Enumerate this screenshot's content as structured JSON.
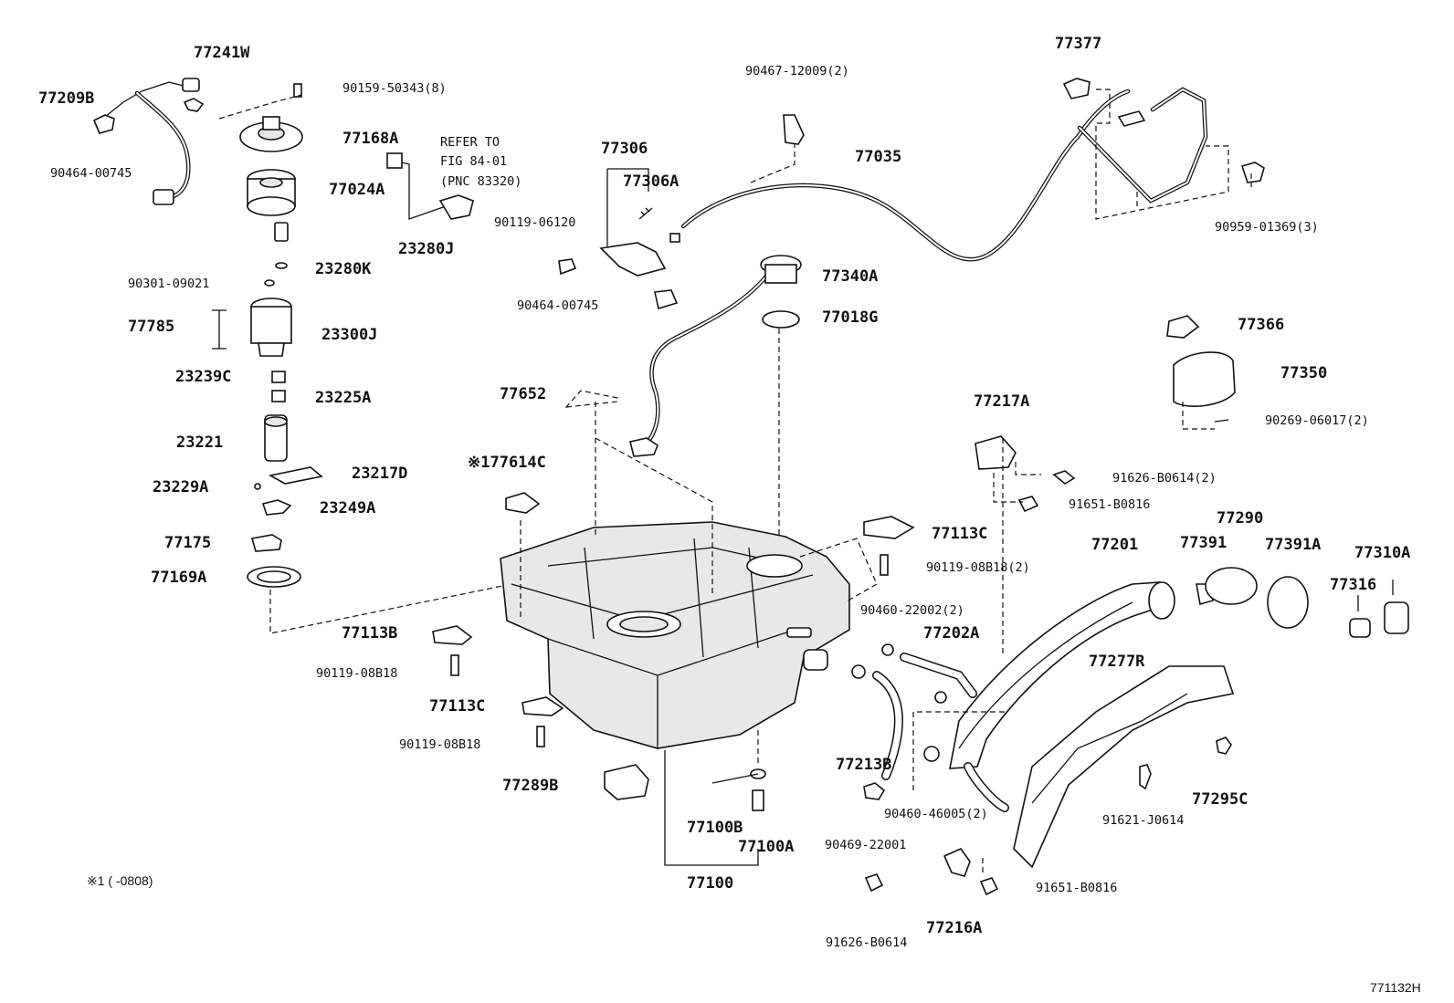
{
  "diagram_id": "771132H",
  "footnote": "※1 (      -0808)",
  "refer_note": {
    "line1": "REFER TO",
    "line2": "FIG 84-01",
    "line3": "(PNC 83320)"
  },
  "labels": {
    "p77241W": "77241W",
    "p77209B": "77209B",
    "p90159": "90159-50343(8)",
    "p90464a": "90464-00745",
    "p77168A": "77168A",
    "p77024A": "77024A",
    "p23280J": "23280J",
    "p23280K": "23280K",
    "p90301": "90301-09021",
    "p77785": "77785",
    "p23300J": "23300J",
    "p23239C": "23239C",
    "p23225A": "23225A",
    "p23221": "23221",
    "p23217D": "23217D",
    "p23229A": "23229A",
    "p23249A": "23249A",
    "p77175": "77175",
    "p77169A": "77169A",
    "p90467": "90467-12009(2)",
    "p77306": "77306",
    "p77306A": "77306A",
    "p90119a": "90119-06120",
    "p90464b": "90464-00745",
    "p77035": "77035",
    "p77340A": "77340A",
    "p77018G": "77018G",
    "p77652": "77652",
    "p77614C": "※177614C",
    "p77377": "77377",
    "p90959": "90959-01369(3)",
    "p77366": "77366",
    "p77350": "77350",
    "p90269": "90269-06017(2)",
    "p77217A": "77217A",
    "p91626a": "91626-B0614(2)",
    "p91651a": "91651-B0816",
    "p77113Ca": "77113C",
    "p90119b": "90119-08B18(2)",
    "p77201": "77201",
    "p77290": "77290",
    "p77391": "77391",
    "p77391A": "77391A",
    "p77310A": "77310A",
    "p77316": "77316",
    "p90460a": "90460-22002(2)",
    "p77202A": "77202A",
    "p77277R": "77277R",
    "p77113B": "77113B",
    "p90119c": "90119-08B18",
    "p77113Cb": "77113C",
    "p90119d": "90119-08B18",
    "p77213B": "77213B",
    "p77295C": "77295C",
    "p77289B": "77289B",
    "p77100B": "77100B",
    "p77100A": "77100A",
    "p77100": "77100",
    "p90460b": "90460-46005(2)",
    "p90469": "90469-22001",
    "p91621": "91621-J0614",
    "p91651b": "91651-B0816",
    "p77216A": "77216A",
    "p91626b": "91626-B0614"
  }
}
